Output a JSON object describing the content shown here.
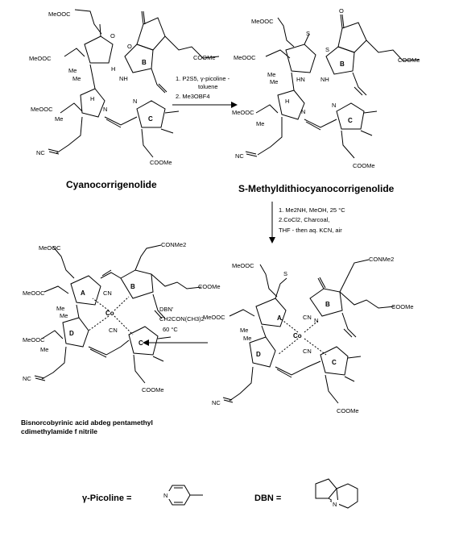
{
  "compounds": {
    "c1": {
      "name": "Cyanocorrigenolide",
      "labels": {
        "meooc_top": "MeOOC",
        "meooc_mid": "MeOOC",
        "meooc_low": "MeOOC",
        "me1": "Me",
        "me2": "Me",
        "me3": "Me",
        "o_top": "O",
        "o_ring": "O",
        "nh": "NH",
        "h": "H",
        "n1": "N",
        "n2": "N",
        "cooMe_right": "COOMe",
        "cooMe_bot": "COOMe",
        "nc": "NC",
        "ringB": "B",
        "ringC": "C"
      }
    },
    "c2": {
      "name": "S-Methyldithiocyanocorrigenolide",
      "labels": {
        "meooc_top": "MeOOC",
        "meooc_mid": "MeOOC",
        "meooc_low": "MeOOC",
        "me1": "Me",
        "me2": "Me",
        "me3": "Me",
        "s_me": "S",
        "s_ring": "S",
        "o": "O",
        "hn": "HN",
        "nh": "NH",
        "h": "H",
        "n1": "N",
        "n2": "N",
        "cooMe_right": "COOMe",
        "cooMe_bot": "COOMe",
        "nc": "NC",
        "ringB": "B",
        "ringC": "C"
      }
    },
    "c3": {
      "labels": {
        "meooc_top": "MeOOC",
        "meooc_mid": "MeOOC",
        "conme2": "CONMe2",
        "me1": "Me",
        "me2": "Me",
        "s": "S",
        "ringA": "A",
        "ringB": "B",
        "ringC": "C",
        "ringD": "D",
        "co": "Co",
        "cn1": "CN",
        "cn2": "CN",
        "n": "N",
        "cooMe_right": "COOMe",
        "cooMe_bot": "COOMe",
        "nc": "NC"
      }
    },
    "c4": {
      "name_line1": "Bisnorcobyrinic acid abdeg pentamethyl",
      "name_line2": "cdimethylamide f nitrile",
      "labels": {
        "meooc_top": "MeOOC",
        "meooc_mid": "MeOOC",
        "meooc_low": "MeOOC",
        "conme2": "CONMe2",
        "me1": "Me",
        "me2": "Me",
        "me3": "Me",
        "ringA": "A",
        "ringB": "B",
        "ringC": "C",
        "ringD": "D",
        "co": "Co",
        "cn1": "CN",
        "cn2": "CN",
        "cooMe_right": "COOMe",
        "cooMe_bot": "COOMe",
        "nc": "NC"
      }
    }
  },
  "arrows": {
    "step1": {
      "line1": "1. P2S5, γ-picoline -",
      "line2": "toluene",
      "line3": "2. Me3OBF4"
    },
    "step2": {
      "line1": "1. Me2NH, MeOH, 25 °C",
      "line2": "2.CoCl2, Charcoal,",
      "line3": "THF - then aq. KCN, air"
    },
    "step3": {
      "line1": "DBN'",
      "line2": "CH2CON(CH3)2",
      "line3": "60 °C"
    }
  },
  "legend": {
    "picoline_label": "γ-Picoline =",
    "picoline_n": "N",
    "dbn_label": "DBN =",
    "dbn_n": "N"
  }
}
